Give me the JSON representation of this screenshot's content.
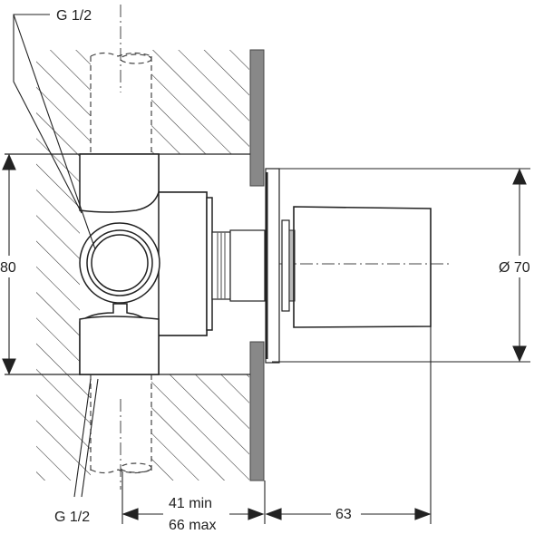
{
  "drawing": {
    "labels": {
      "thread_top": "G 1/2",
      "thread_bottom": "G 1/2",
      "height_dim": "80",
      "diameter_dim": "Ø 70",
      "depth_min": "41 min",
      "depth_max": "66 max",
      "projection_dim": "63"
    },
    "colors": {
      "line": "#222222",
      "plate": "#888888"
    }
  }
}
